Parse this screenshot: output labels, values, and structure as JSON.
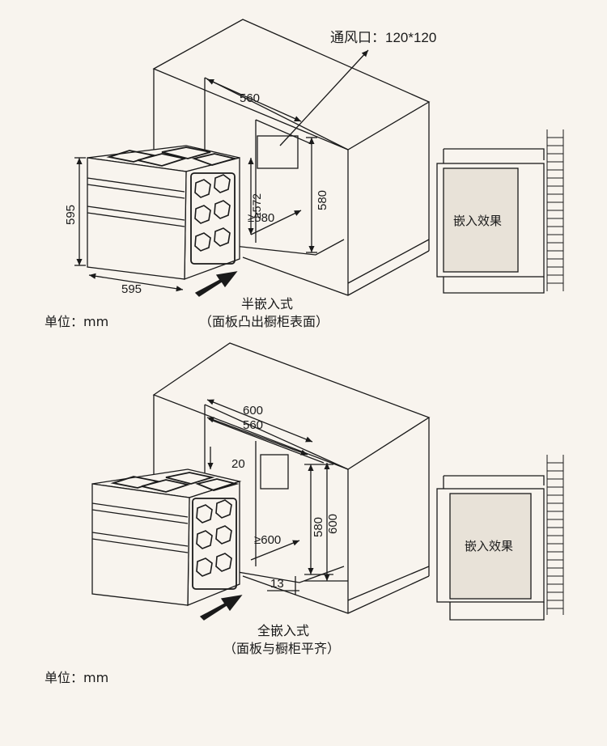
{
  "diagram_1": {
    "vent_label": "通风口：120*120",
    "dim_top": "560",
    "dim_height_inner": "580",
    "dim_depth_min": "≥580",
    "dim_height_min": "≥572",
    "unit_height": "595",
    "unit_width": "595",
    "effect_label": "嵌入效果",
    "mode_title": "半嵌入式",
    "mode_subtitle": "（面板凸出橱柜表面）",
    "unit_note": "单位：mm"
  },
  "diagram_2": {
    "dim_outer": "600",
    "dim_inner": "560",
    "dim_gap_top": "20",
    "dim_height_inner": "580",
    "dim_height_outer": "600",
    "dim_depth_min": "≥600",
    "dim_bottom": "13",
    "effect_label": "嵌入效果",
    "mode_title": "全嵌入式",
    "mode_subtitle": "（面板与橱柜平齐）",
    "unit_note": "单位：mm"
  },
  "colors": {
    "background": "#f8f4ee",
    "line": "#1a1a1a",
    "effect_fill": "#e8e2d8"
  }
}
